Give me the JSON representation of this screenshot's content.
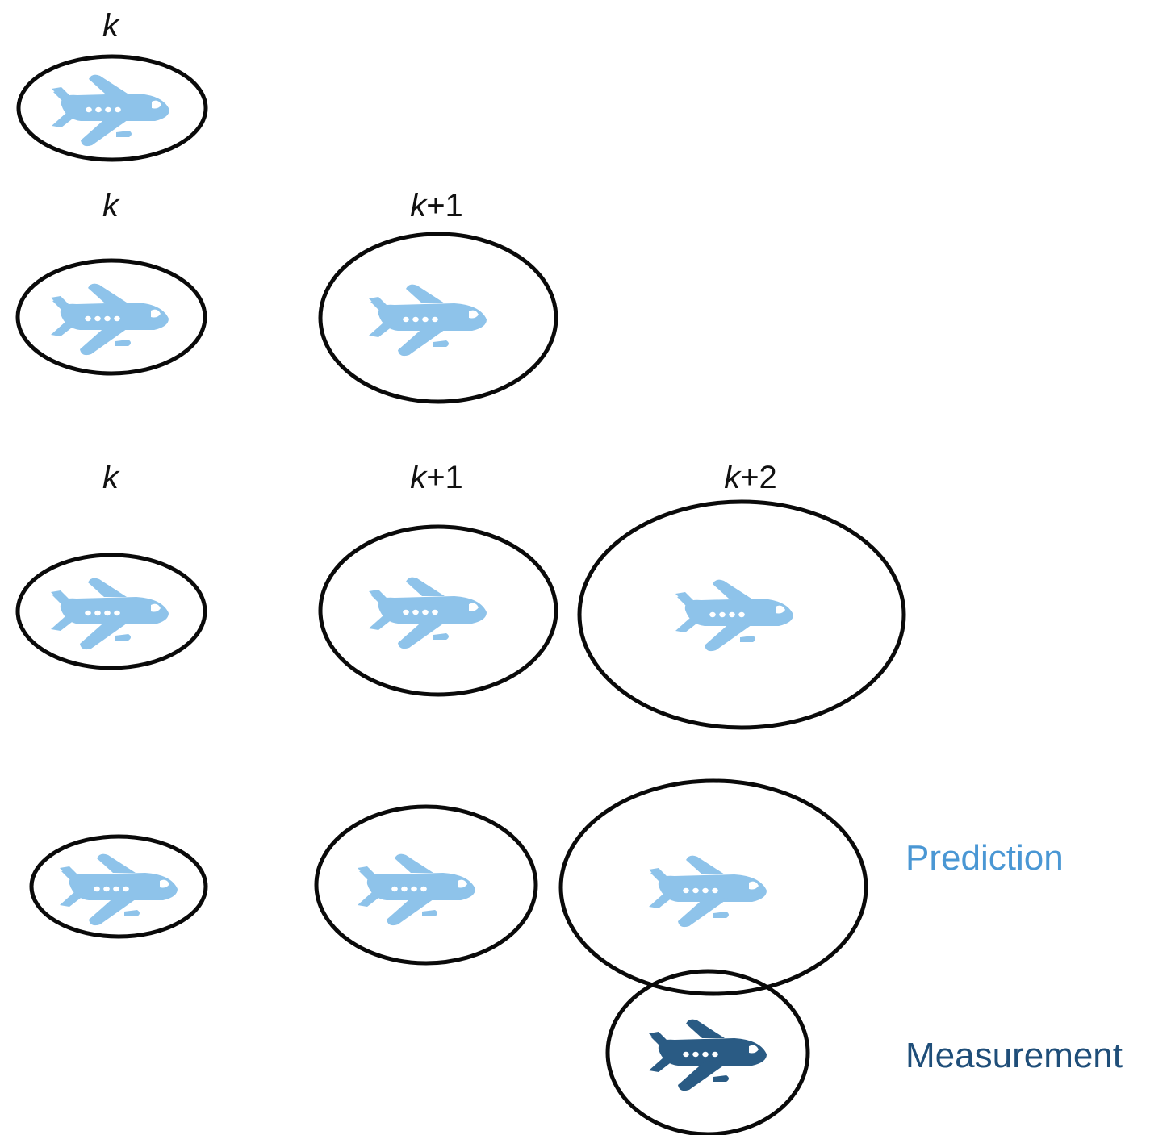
{
  "colors": {
    "prediction": "#4a97d4",
    "measurement": "#1f4e79",
    "plane_light": "#8ec3ea",
    "plane_dark": "#2a5b84",
    "outline": "#0a0a0a"
  },
  "icons": {
    "prediction_plane": "airplane-icon",
    "measurement_plane": "airplane-icon"
  },
  "rows": [
    {
      "labels": [
        {
          "var": "k",
          "suffix": ""
        }
      ]
    },
    {
      "labels": [
        {
          "var": "k",
          "suffix": ""
        },
        {
          "var": "k",
          "suffix": "+1"
        }
      ]
    },
    {
      "labels": [
        {
          "var": "k",
          "suffix": ""
        },
        {
          "var": "k",
          "suffix": "+1"
        },
        {
          "var": "k",
          "suffix": "+2"
        }
      ]
    },
    {
      "labels": []
    }
  ],
  "legend": {
    "prediction": "Prediction",
    "measurement": "Measurement"
  }
}
